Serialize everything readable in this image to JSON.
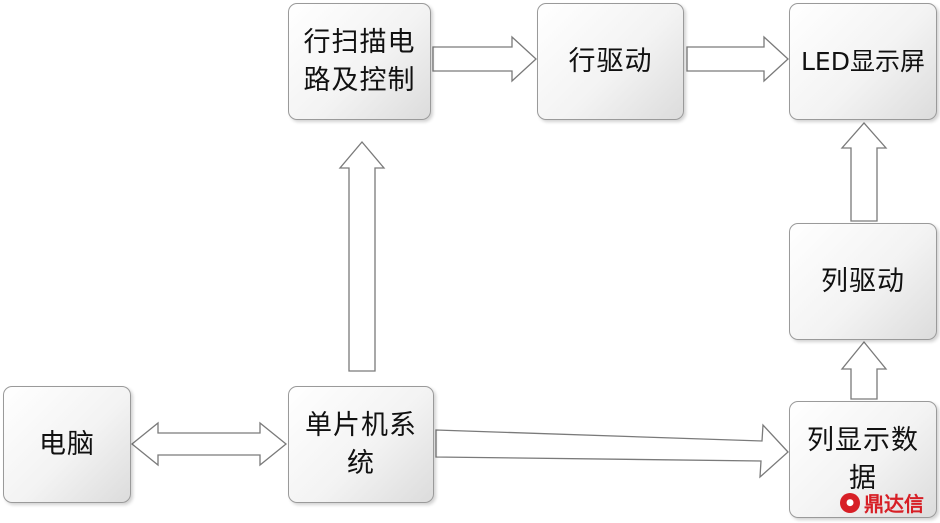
{
  "boxes": {
    "row_scan": {
      "line1": "行扫描电",
      "line2": "路及控制"
    },
    "row_drive": {
      "label": "行驱动"
    },
    "led": {
      "label": "LED显示屏"
    },
    "col_drive": {
      "label": "列驱动"
    },
    "pc": {
      "label": "电脑"
    },
    "mcu": {
      "line1": "单片机系",
      "line2": "统"
    },
    "col_data": {
      "line1": "列显示数",
      "line2": "据"
    }
  },
  "watermark": {
    "text": "鼎达信"
  },
  "colors": {
    "border": "#9a9a9a",
    "arrow": "#7a7a7a",
    "watermark": "#d71f26"
  }
}
